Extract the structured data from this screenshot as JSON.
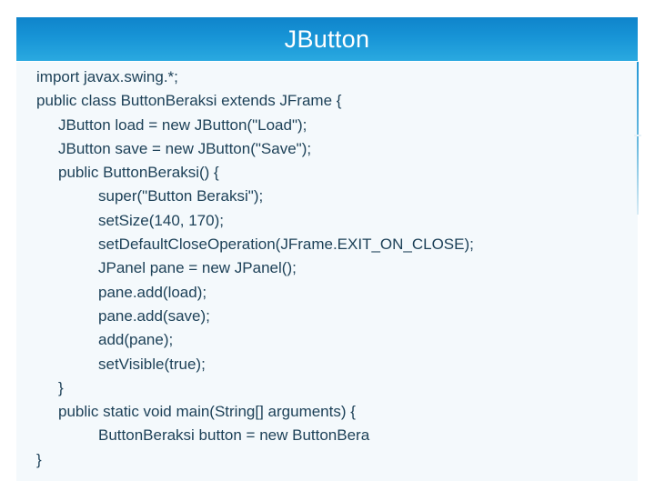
{
  "slide": {
    "title": "JButton",
    "accent_color": "#1794d6",
    "accent_color_top": "#0f84cb",
    "accent_color_bottom": "#2aa9e0",
    "panel_background": "#f4f9fc",
    "code_text_color": "#1d4158",
    "title_text_color": "#ffffff"
  },
  "code": {
    "language": "java",
    "lines": [
      {
        "indent": 0,
        "text": "import javax.swing.*;"
      },
      {
        "indent": 0,
        "text": "public class ButtonBeraksi extends JFrame {"
      },
      {
        "indent": 1,
        "text": "JButton load = new JButton(\"Load\");"
      },
      {
        "indent": 1,
        "text": "JButton save = new JButton(\"Save\");"
      },
      {
        "indent": 1,
        "text": "public ButtonBeraksi() {"
      },
      {
        "indent": 2,
        "text": "super(\"Button Beraksi\");"
      },
      {
        "indent": 2,
        "text": "setSize(140, 170);"
      },
      {
        "indent": 2,
        "text": "setDefaultCloseOperation(JFrame.EXIT_ON_CLOSE);"
      },
      {
        "indent": 2,
        "text": "JPanel pane = new JPanel();"
      },
      {
        "indent": 2,
        "text": "pane.add(load);"
      },
      {
        "indent": 2,
        "text": "pane.add(save);"
      },
      {
        "indent": 2,
        "text": "add(pane);"
      },
      {
        "indent": 2,
        "text": "setVisible(true);"
      },
      {
        "indent": 1,
        "text": "}"
      },
      {
        "indent": 1,
        "text": "public static void main(String[] arguments) {"
      },
      {
        "indent": 2,
        "text": "ButtonBeraksi button = new ButtonBera"
      },
      {
        "indent": 0,
        "text": "}"
      }
    ]
  }
}
